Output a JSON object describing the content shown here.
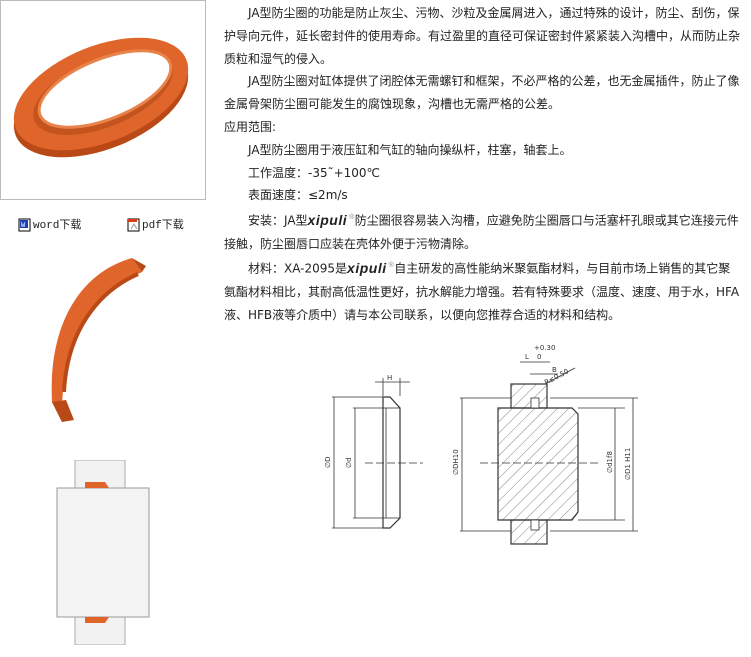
{
  "downloads": {
    "word_label": "word下载",
    "pdf_label": "pdf下载"
  },
  "brand": {
    "logo": "xipuli",
    "registered": "®"
  },
  "content": {
    "p1": "JA型防尘圈的功能是防止灰尘、污物、沙粒及金属屑进入，通过特殊的设计，防尘、刮伤，保护导向元件，延长密封件的使用寿命。有过盈里的直径可保证密封件紧紧装入沟槽中，从而防止杂质粒和湿气的侵入。",
    "p2": "JA型防尘圈对缸体提供了闭腔体无需螺钉和框架，不必严格的公差，也无金属插件，防止了像金属骨架防尘圈可能发生的腐蚀现象，沟槽也无需严格的公差。",
    "scope_heading": "应用范围:",
    "p3": "JA型防尘圈用于液压缸和气缸的轴向操纵杆，柱塞，轴套上。",
    "temperature": "工作温度：-35˜+100℃",
    "speed": "表面速度：≤2m/s",
    "install_prefix": "安装：JA型",
    "install_rest": "防尘圈很容易装入沟槽，应避免防尘圈唇口与活塞杆孔眼或其它连接元件接触，防尘圈唇口应装在壳体外便于污物清除。",
    "material_prefix": "材料：XA-2095是",
    "material_rest": "自主研发的高性能纳米聚氨酯材料，与目前市场上销售的其它聚氨酯材料相比，其耐高低温性更好，抗水解能力增强。若有特殊要求（温度、速度、用于水，HFA液、HFB液等介质中）请与本公司联系，以便向您推荐合适的材料和结构。"
  },
  "drawing": {
    "h": "H",
    "d_outer": "∅D",
    "d_inner": "∅d",
    "tol": "+0.30",
    "zero": "0",
    "l": "L",
    "b": "B",
    "r": "R≤0.50",
    "dh10": "∅DH10",
    "d1f8": "∅d1f8",
    "d1h11": "∅D1 H11"
  },
  "colors": {
    "seal": "#e0652a",
    "seal_dark": "#b94a18"
  }
}
